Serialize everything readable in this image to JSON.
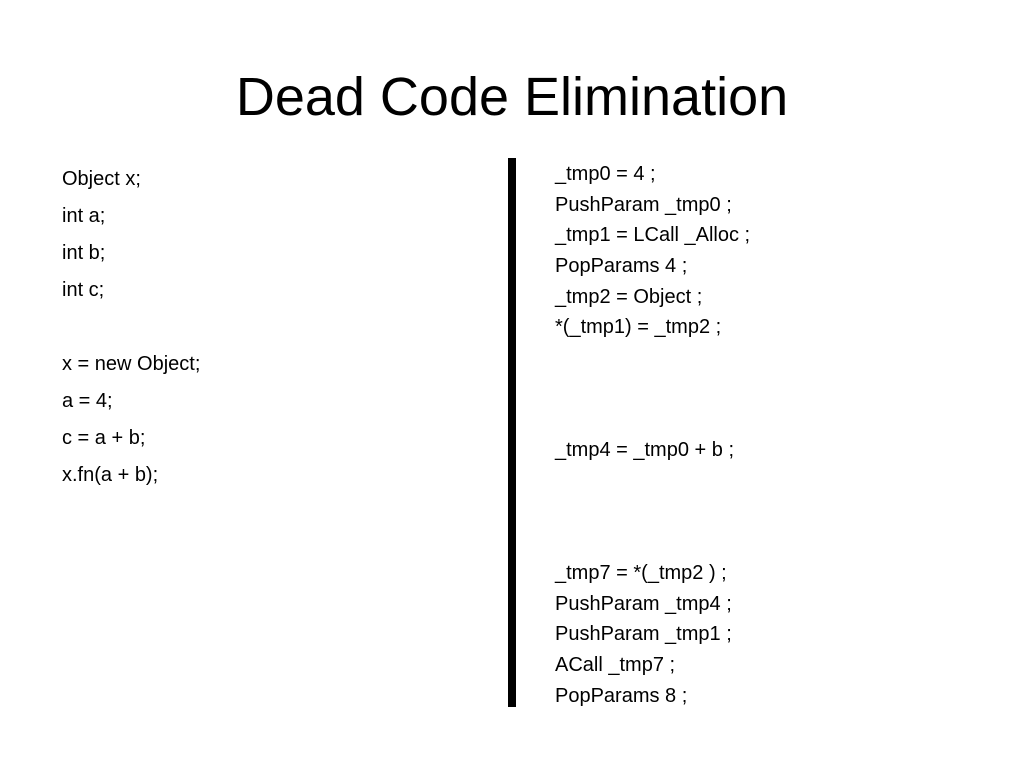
{
  "title": "Dead Code Elimination",
  "source_code": {
    "lines": [
      "Object x;",
      "int a;",
      "int b;",
      "int c;",
      "",
      "x = new Object;",
      "a = 4;",
      "c = a + b;",
      "x.fn(a + b);"
    ]
  },
  "tac_code": {
    "lines": [
      "_tmp0 = 4 ;",
      "PushParam _tmp0 ;",
      "_tmp1 = LCall _Alloc ;",
      "PopParams 4 ;",
      "_tmp2 = Object ;",
      "*(_tmp1) = _tmp2 ;",
      "",
      "",
      "",
      "_tmp4 = _tmp0 + b ;",
      "",
      "",
      "",
      "_tmp7 = *(_tmp2 ) ;",
      "PushParam _tmp4 ;",
      "PushParam _tmp1 ;",
      "ACall _tmp7 ;",
      "PopParams 8 ;"
    ]
  }
}
